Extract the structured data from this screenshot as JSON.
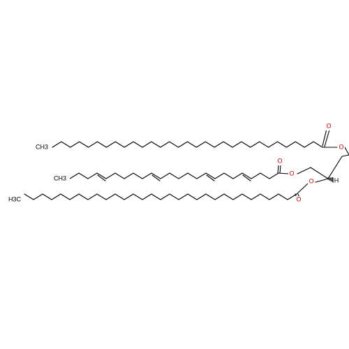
{
  "molecule": {
    "atom_labels": {
      "oxygen": "O",
      "hydrogen": "H",
      "methyl_top": "CH3",
      "methyl_middle": "CH3",
      "methyl_bottom": "H3C"
    },
    "colors": {
      "bond": "#000000",
      "oxygen": "#d40000",
      "background": "#ffffff"
    }
  }
}
